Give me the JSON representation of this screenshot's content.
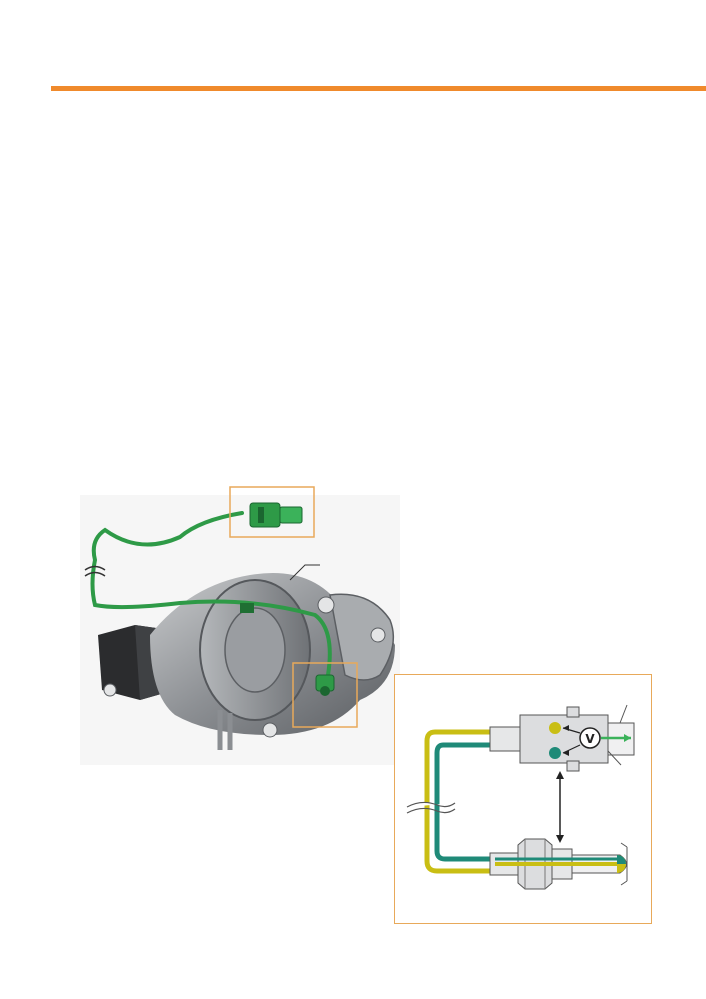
{
  "colors": {
    "accent_rule": "#f08a2c",
    "callout_border": "#e8a95a",
    "sensor_line_green": "#2e9a47",
    "signal_yellow": "#c9be14",
    "signal_teal": "#1f8a78",
    "housing_grey": "#7d7f82"
  },
  "figures": {
    "engine_photo": {
      "icon": "turbocharger-with-temperature-sensor-illustration"
    },
    "sensor_schematic": {
      "icon": "thermocouple-sensor-schematic",
      "voltmeter_symbol": "V"
    }
  }
}
